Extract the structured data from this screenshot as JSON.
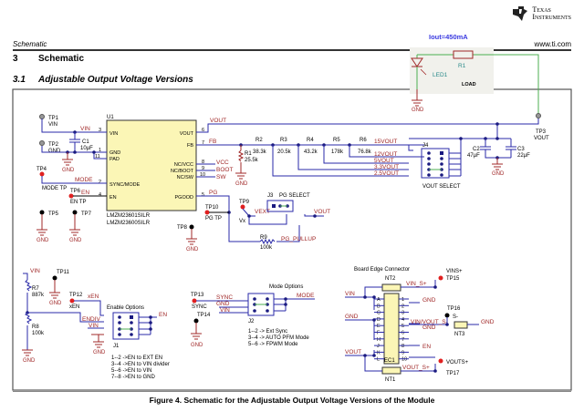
{
  "header": {
    "section_label": "Schematic",
    "website": "www.ti.com",
    "logo_line1": "Texas",
    "logo_line2": "Instruments"
  },
  "headings": {
    "h1_number": "3",
    "h1_title": "Schematic",
    "h2_number": "3.1",
    "h2_title": "Adjustable Output Voltage Versions"
  },
  "overlay": {
    "current_label": "Iout=450mA",
    "resistor": "R1",
    "led": "LED1",
    "load": "LOAD",
    "gnd": "GND",
    "wire_color": "#4caf50"
  },
  "u1": {
    "ref": "U1",
    "part1": "LMZM23601SILR",
    "part2": "LMZM23600SILR",
    "left_pins": [
      {
        "num": "3",
        "name": "VIN"
      },
      {
        "num": "1",
        "name": "GND"
      },
      {
        "num": "11",
        "name": "PAD"
      },
      {
        "num": "2",
        "name": "SYNC/MODE"
      },
      {
        "num": "4",
        "name": "EN"
      }
    ],
    "right_pins": [
      {
        "num": "6",
        "name": "VOUT"
      },
      {
        "num": "7",
        "name": "FB"
      },
      {
        "num": "8",
        "name": "NC/VCC"
      },
      {
        "num": "9",
        "name": "NC/BOOT"
      },
      {
        "num": "10",
        "name": "NC/SW"
      },
      {
        "num": "5",
        "name": "PGOOD"
      }
    ]
  },
  "nets": {
    "vin": "VIN",
    "vout": "VOUT",
    "fb": "FB",
    "vcc": "VCC",
    "boot": "BOOT",
    "sw": "SW",
    "pg": "PG",
    "mode": "MODE",
    "en": "EN",
    "gnd": "GND",
    "vext": "VEXT",
    "pg_pullup": "PG_PULLUP",
    "xen": "xEN",
    "endiv": "ENDIV",
    "sync": "SYNC",
    "v15": "15VOUT",
    "v12": "12VOUT",
    "v5": "5VOUT",
    "v33": "3.3VOUT",
    "v25": "2.5VOUT",
    "vin_s": "VIN_S+",
    "vout_s": "VOUT_S+",
    "vinvout_s": "VIN/VOUT_S-"
  },
  "testpoints": {
    "tp1": {
      "ref": "TP1",
      "label": "VIN"
    },
    "tp2": {
      "ref": "TP2",
      "label": "GND"
    },
    "tp3": {
      "ref": "TP3",
      "label": "VOUT"
    },
    "tp4": {
      "ref": "TP4",
      "label": "MODE TP"
    },
    "tp5": {
      "ref": "TP5"
    },
    "tp6": {
      "ref": "TP6",
      "label": "EN TP"
    },
    "tp7": {
      "ref": "TP7"
    },
    "tp8": {
      "ref": "TP8"
    },
    "tp9": {
      "ref": "TP9",
      "label": "Vx"
    },
    "tp10": {
      "ref": "TP10",
      "label": "PG TP"
    },
    "tp11": {
      "ref": "TP11"
    },
    "tp12": {
      "ref": "TP12",
      "label": "xEN"
    },
    "tp13": {
      "ref": "TP13",
      "label": "SYNC"
    },
    "tp14": {
      "ref": "TP14"
    },
    "tp15": {
      "ref": "TP15",
      "label": "VINS+"
    },
    "tp16": {
      "ref": "TP16",
      "label": "S-"
    },
    "tp17": {
      "ref": "TP17",
      "label": "VOUTS+"
    }
  },
  "passives": {
    "c1": {
      "ref": "C1",
      "value": "10µF"
    },
    "c2": {
      "ref": "C2",
      "value": "47µF"
    },
    "c3": {
      "ref": "C3",
      "value": "22µF"
    },
    "r1": {
      "ref": "R1",
      "value": "25.5k"
    },
    "r2": {
      "ref": "R2",
      "value": "38.3k"
    },
    "r3": {
      "ref": "R3",
      "value": "20.5k"
    },
    "r4": {
      "ref": "R4",
      "value": "43.2k"
    },
    "r5": {
      "ref": "R5",
      "value": "178k"
    },
    "r6": {
      "ref": "R6",
      "value": "76.8k"
    },
    "r7": {
      "ref": "R7",
      "value": "887k"
    },
    "r8": {
      "ref": "R8",
      "value": "100k"
    },
    "r9": {
      "ref": "R9",
      "value": "100k"
    }
  },
  "headers": {
    "j1": {
      "ref": "J1",
      "title": "Enable Options",
      "notes": [
        "1--2 ->EN to EXT EN",
        "3--4 ->EN to VIN divider",
        "5--6 ->EN to VIN",
        "7--8 ->EN to GND"
      ]
    },
    "j2": {
      "ref": "J2",
      "title": "Mode Options",
      "notes": [
        "1--2 -> Ext Sync",
        "3--4 -> AUTO PFM Mode",
        "5--6 -> FPWM Mode"
      ]
    },
    "j3": {
      "ref": "J3",
      "title": "PG SELECT"
    },
    "j4": {
      "ref": "J4",
      "title": "VOUT SELECT"
    }
  },
  "edge_connector": {
    "title": "Board Edge Connector",
    "ref": "EC1",
    "nt1": "NT1",
    "nt2": "NT2",
    "nt3": "NT3",
    "left_pins": [
      "A",
      "B",
      "C",
      "D",
      "E",
      "F",
      "H",
      "J",
      "K",
      "L"
    ],
    "right_pins": [
      "1",
      "2",
      "3",
      "4",
      "5",
      "6",
      "7",
      "8",
      "9",
      "10"
    ]
  },
  "caption": "Figure 4. Schematic for the Adjustable Output Voltage Versions of the Module"
}
